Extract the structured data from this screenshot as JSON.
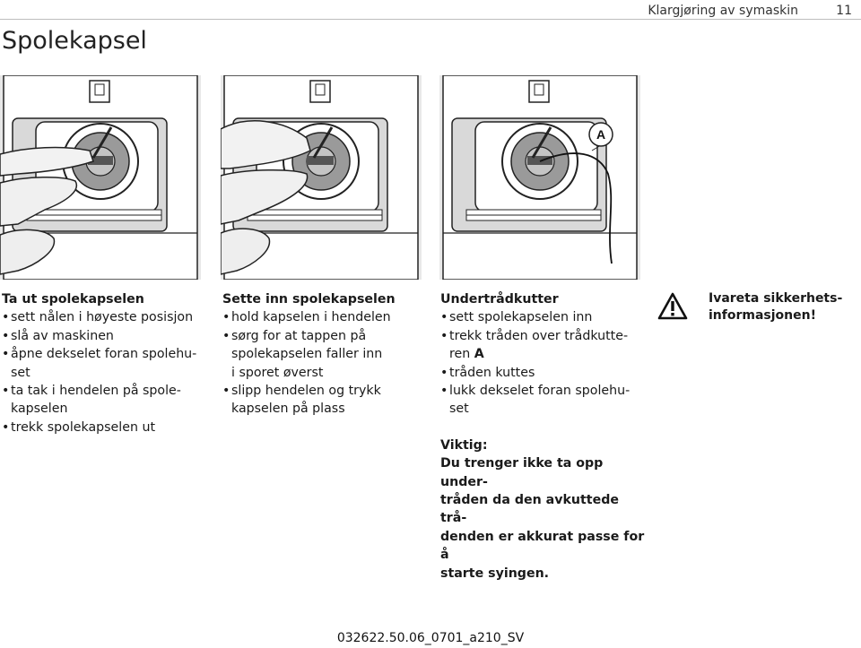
{
  "header": {
    "section": "Klargjøring av symaskin",
    "page": "11"
  },
  "title": "Spolekapsel",
  "callout_label": "A",
  "columns": [
    {
      "heading": "Ta ut spolekapselen",
      "items": [
        [
          "sett nålen i høyeste posisjon"
        ],
        [
          "slå av maskinen"
        ],
        [
          "åpne dekselet foran spolehu-",
          "set"
        ],
        [
          "ta tak i hendelen på spole-",
          "kapselen"
        ],
        [
          "trekk spolekapselen ut"
        ]
      ]
    },
    {
      "heading": "Sette inn spolekapselen",
      "items": [
        [
          "hold kapselen i hendelen"
        ],
        [
          "sørg for at tappen på",
          "spolekapselen faller inn",
          "i sporet øverst"
        ],
        [
          "slipp hendelen og trykk",
          "kapselen på plass"
        ]
      ]
    },
    {
      "heading": "Undertrådkutter",
      "items": [
        [
          "sett spolekapselen inn"
        ],
        [
          "trekk tråden over trådkutte-",
          "ren A"
        ],
        [
          "tråden kuttes"
        ],
        [
          "lukk dekselet foran spolehu-",
          "set"
        ]
      ],
      "note_heading": "Viktig:",
      "note_lines": [
        "Du trenger ikke ta opp under-",
        "tråden da den avkuttede trå-",
        "denden er akkurat passe for å",
        "starte syingen."
      ]
    }
  ],
  "warning": {
    "lines": [
      "Ivareta sikkerhets-",
      "informasjonen!"
    ]
  },
  "footer": {
    "code": "032622.50.06_0701_a210_SV"
  }
}
